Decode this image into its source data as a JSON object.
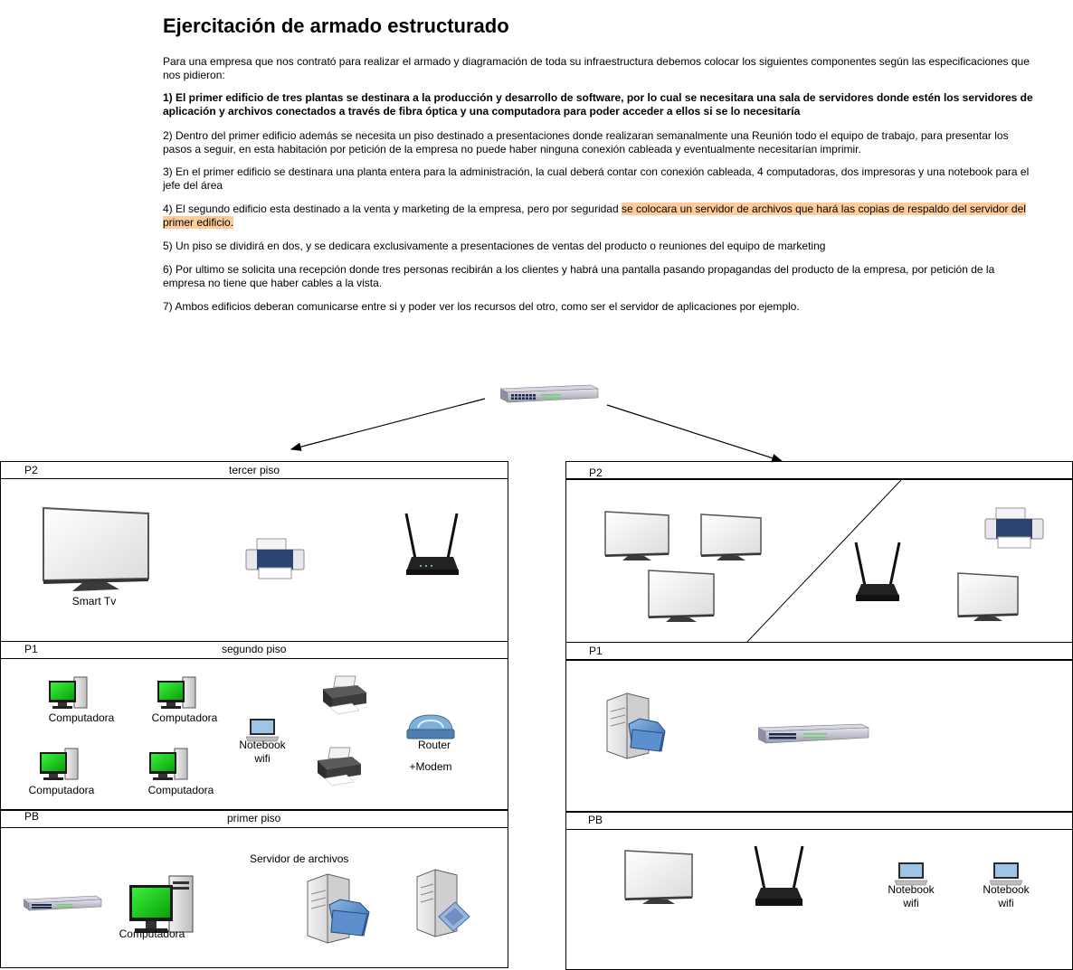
{
  "document": {
    "title": "Ejercitación de armado estructurado",
    "intro": "Para una empresa que  nos contrató para realizar el armado y diagramación de toda su infraestructura debemos colocar los siguientes componentes según las especificaciones que nos pidieron:",
    "item1": "1) El primer edificio de tres plantas se destinara a la producción y desarrollo de software, por lo cual se necesitara una sala de servidores donde estén los servidores de aplicación y archivos conectados a través de fibra óptica y una computadora para poder acceder a ellos si se lo necesitaría",
    "item2": "2) Dentro del primer edificio además se necesita un piso destinado a presentaciones donde realizaran semanalmente una Reunión todo el equipo de trabajo, para presentar los pasos a seguir, en esta habitación por petición de la empresa no puede haber ninguna conexión cableada y eventualmente necesitarían imprimir.",
    "item3": "3) En el primer edificio se destinara una planta entera para la administración, la cual deberá contar con conexión cableada, 4 computadoras, dos impresoras y una notebook para el jefe del área",
    "item4_plain": "4) El segundo edificio esta destinado a la venta y marketing de la empresa, pero por seguridad ",
    "item4_highlight": "se colocara un servidor de archivos que hará las copias de respaldo del servidor del primer edificio.",
    "item5": "5) Un piso se dividirá en dos, y se dedicara exclusivamente a presentaciones de ventas del producto o reuniones del equipo de marketing",
    "item6": "6) Por ultimo se solicita una recepción donde tres personas recibirán a los clientes y habrá una pantalla pasando propagandas del producto de la empresa, por petición de la empresa no tiene que haber cables a la vista.",
    "item7": "7) Ambos edificios deberan comunicarse entre si y poder ver los recursos del otro, como ser el servidor de aplicaciones por ejemplo.",
    "highlight_color": "#ffcc99"
  },
  "diagram": {
    "top_device": "switch-icon",
    "building_left": {
      "p2_code": "P2",
      "p2_name": "tercer piso",
      "p2_devices": [
        "tv-icon",
        "printer-icon",
        "wifi-router-icon"
      ],
      "smart_tv_label": "Smart Tv",
      "p1_code": "P1",
      "p1_name": "segundo piso",
      "computer_label": "Computadora",
      "notebook_label": "Notebook\nwifi",
      "router_label": "Router",
      "modem_label": "+Modem",
      "pb_code": "PB",
      "pb_name": "primer piso",
      "server_label": "Servidor de archivos"
    },
    "building_right": {
      "p2_code": "P2",
      "p1_code": "P1",
      "pb_code": "PB",
      "notebook_label": "Notebook\nwifi"
    }
  }
}
